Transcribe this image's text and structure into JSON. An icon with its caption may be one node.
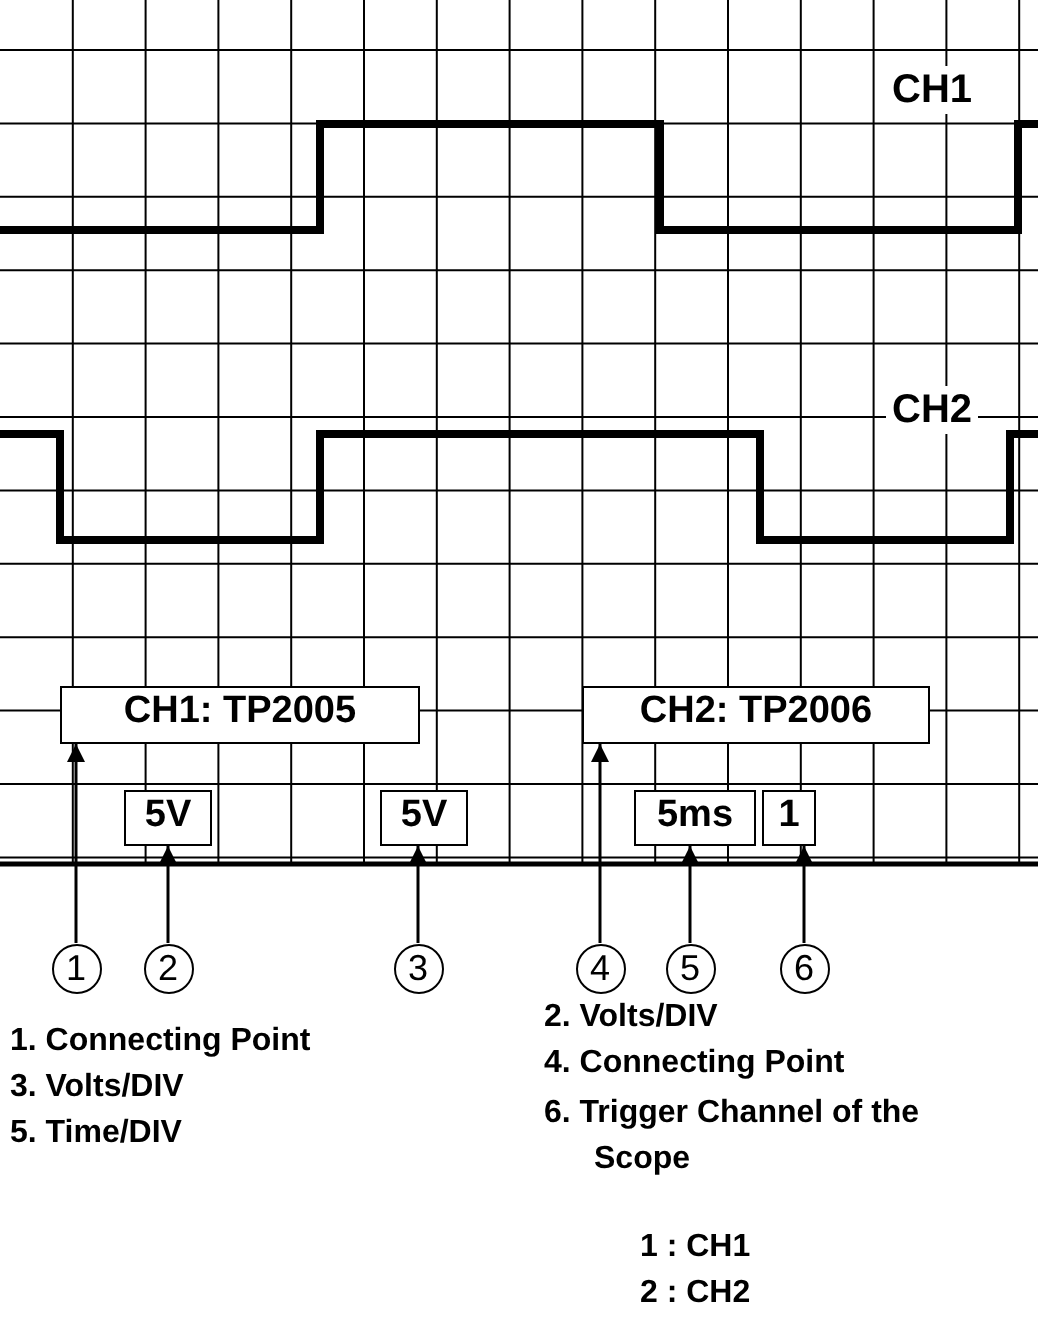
{
  "diagram": {
    "nodes": [
      {
        "text": [
          "CH1: TP2005"
        ]
      },
      {
        "text": [
          "5V"
        ]
      },
      {
        "text": [
          "5V"
        ]
      },
      {
        "text": [
          "CH2: TP2006"
        ]
      },
      {
        "text": [
          "5ms"
        ]
      },
      {
        "text": [
          "1"
        ]
      },
      {
        "text": [
          "1"
        ]
      },
      {
        "text": [
          "2"
        ]
      },
      {
        "text": [
          "3"
        ]
      },
      {
        "text": [
          "4"
        ]
      },
      {
        "text": [
          "5"
        ]
      },
      {
        "text": [
          "6"
        ]
      }
    ],
    "edges": [
      {
        "from": 6,
        "to": 0,
        "arrow": "to"
      },
      {
        "from": 7,
        "to": 1,
        "arrow": "to"
      },
      {
        "from": 8,
        "to": 2,
        "arrow": "to"
      },
      {
        "from": 9,
        "to": 3,
        "arrow": "to"
      },
      {
        "from": 10,
        "to": 4,
        "arrow": "to"
      },
      {
        "from": 11,
        "to": 5,
        "arrow": "to"
      }
    ],
    "labels": [
      "CH1",
      "CH2",
      "1. Connecting Point",
      "2. Volts/DIV",
      "3. Volts/DIV",
      "4. Connecting Point",
      "5. Time/DIV",
      "6. Trigger Channel of the Scope",
      "1 : CH1",
      "2 : CH2"
    ]
  }
}
